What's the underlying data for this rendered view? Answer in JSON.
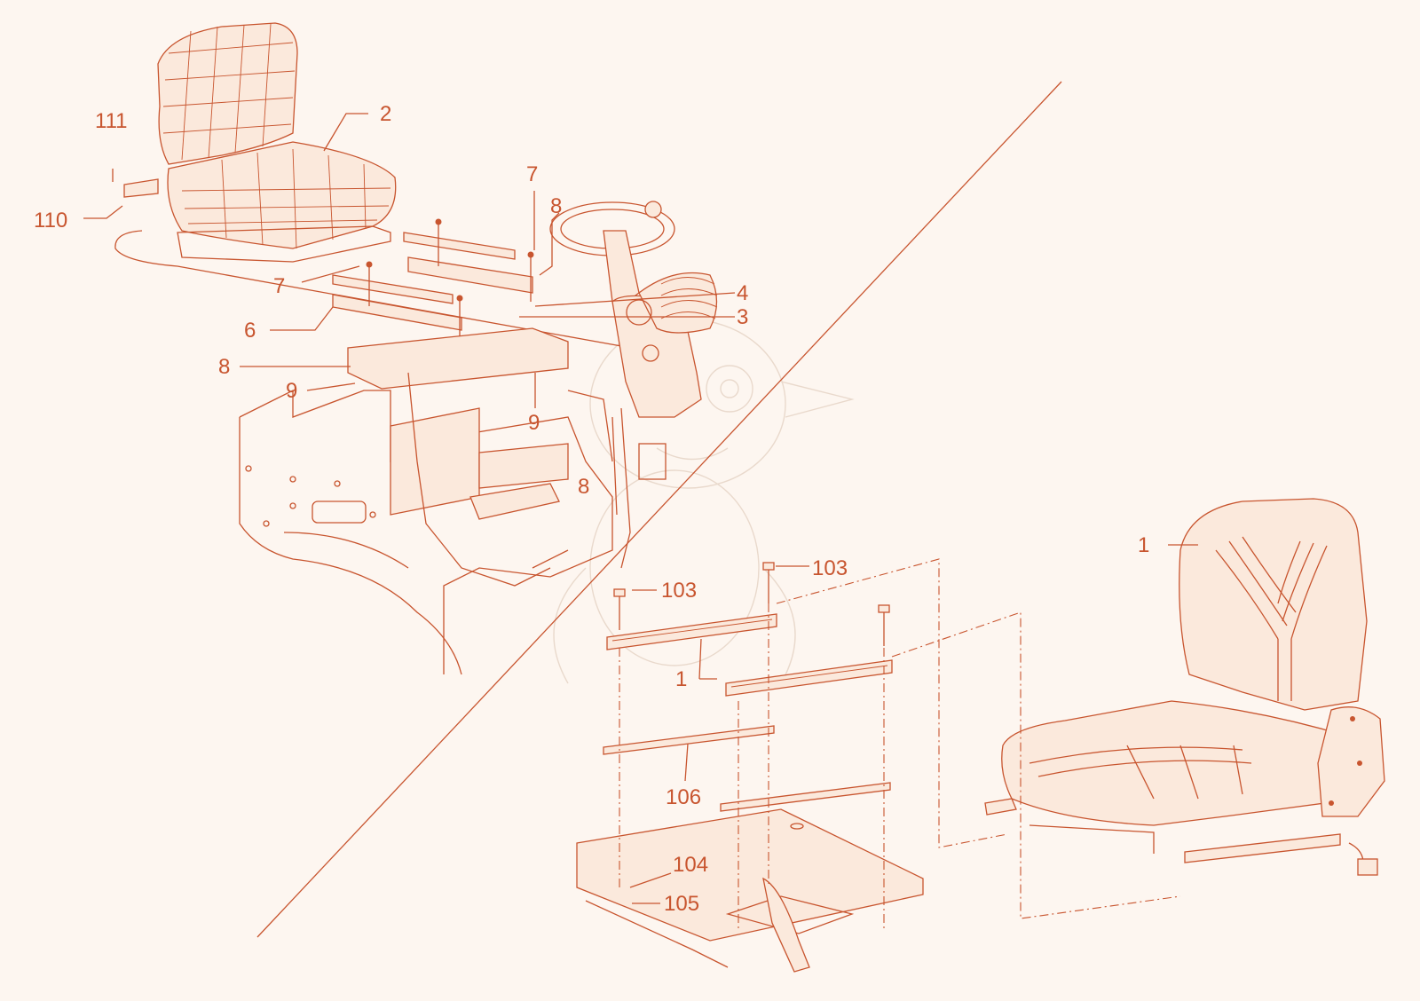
{
  "colors": {
    "line": "#c8552f",
    "background": "#fdf6f0",
    "watermark": "#e9d9cc"
  },
  "callouts": {
    "c111": "111",
    "c2": "2",
    "c110": "110",
    "c7a": "7",
    "c8a": "8",
    "c7b": "7",
    "c4": "4",
    "c3": "3",
    "c6": "6",
    "c8b": "8",
    "c9a": "9",
    "c9b": "9",
    "c8c": "8",
    "c103a": "103",
    "c103b": "103",
    "c1a": "1",
    "c1b": "1",
    "c106": "106",
    "c104": "104",
    "c105": "105"
  }
}
